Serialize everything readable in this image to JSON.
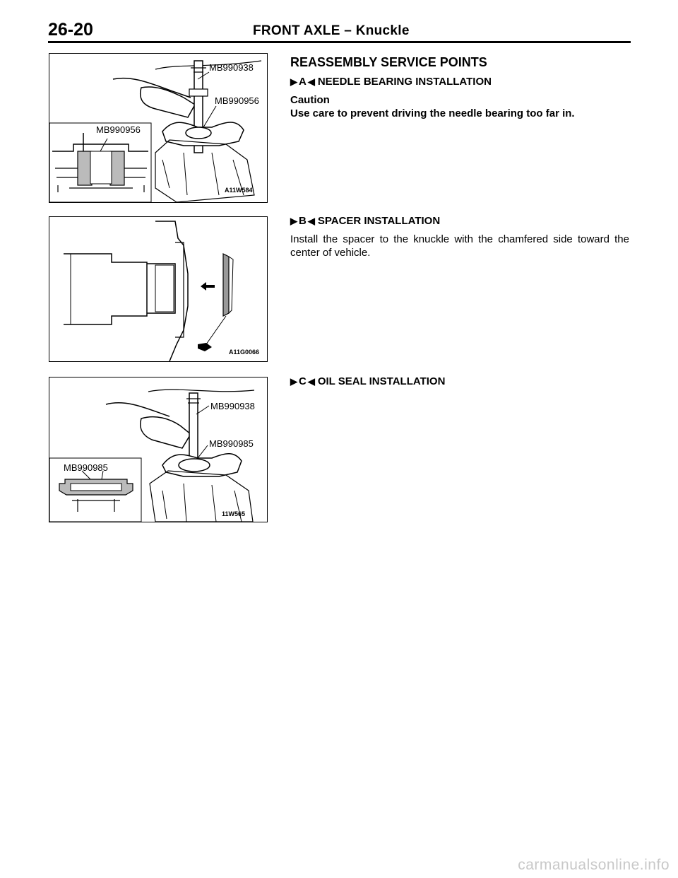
{
  "header": {
    "page_number": "26-20",
    "title": "FRONT AXLE – Knuckle"
  },
  "section": {
    "title": "REASSEMBLY SERVICE POINTS"
  },
  "points": [
    {
      "letter": "A",
      "title": "NEEDLE BEARING INSTALLATION",
      "caution_label": "Caution",
      "caution_text": "Use care to prevent driving the needle bearing too far in."
    },
    {
      "letter": "B",
      "title": "SPACER INSTALLATION",
      "text": "Install the spacer to the knuckle with the chamfered side toward the center of vehicle."
    },
    {
      "letter": "C",
      "title": "OIL SEAL INSTALLATION"
    }
  ],
  "figures": [
    {
      "labels": [
        "MB990938",
        "MB990956",
        "MB990956"
      ],
      "code": "A11W584"
    },
    {
      "code": "A11G0066"
    },
    {
      "labels": [
        "MB990938",
        "MB990985",
        "MB990985"
      ],
      "code": "11W565"
    }
  ],
  "watermark": "carmanualsonline.info"
}
